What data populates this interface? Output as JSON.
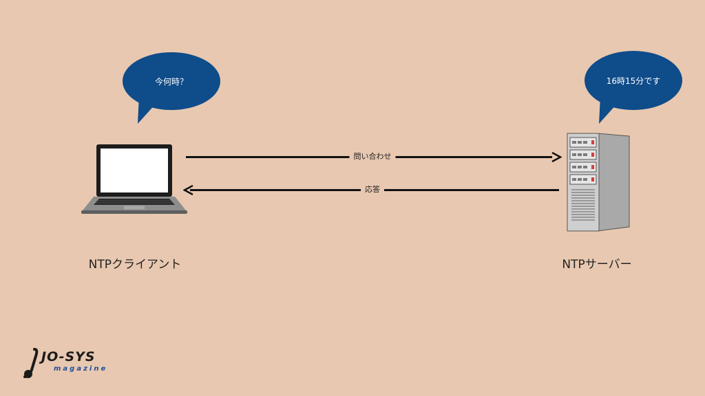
{
  "client": {
    "bubble_text": "今何時？",
    "label": "NTPクライアント",
    "icon": "laptop-icon"
  },
  "server": {
    "bubble_text": "16時15分です",
    "label": "NTPサーバー",
    "icon": "server-icon"
  },
  "arrows": {
    "request_label": "問い合わせ",
    "response_label": "応答"
  },
  "logo": {
    "text": "JO-SYS",
    "subtext": "magazine"
  },
  "colors": {
    "background": "#e8c8b0",
    "bubble": "#0f4c8a",
    "arrow": "#111111",
    "logo_accent": "#1f4f9a"
  }
}
